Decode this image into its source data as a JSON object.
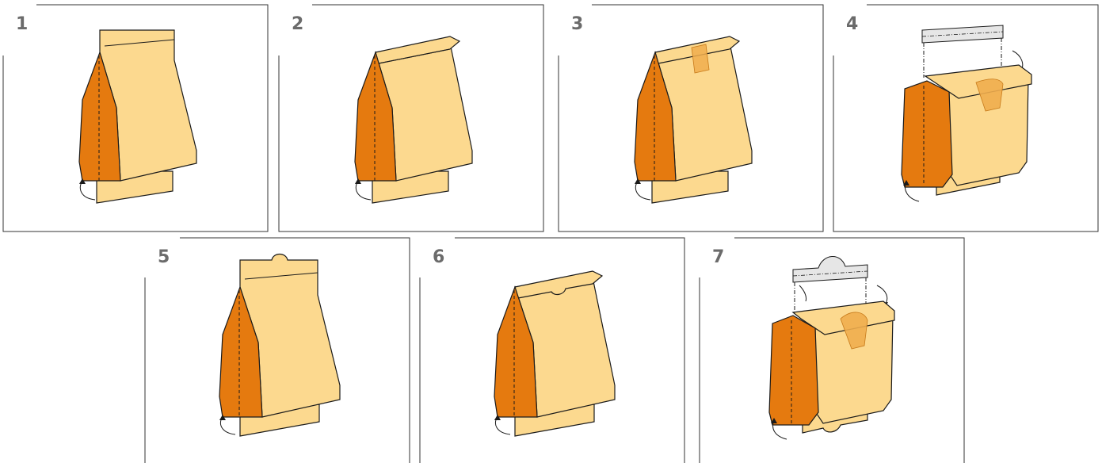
{
  "steps": [
    {
      "number": "1",
      "variant": "unfolded-top"
    },
    {
      "number": "2",
      "variant": "folded-top"
    },
    {
      "number": "3",
      "variant": "folded-top-with-tape"
    },
    {
      "number": "4",
      "variant": "box-with-clip"
    },
    {
      "number": "5",
      "variant": "unfolded-top-with-hang-tab"
    },
    {
      "number": "6",
      "variant": "folded-top-with-hang-tab"
    },
    {
      "number": "7",
      "variant": "box-with-hang-clip"
    }
  ],
  "colors": {
    "bag_face": "#fcd98f",
    "bag_gusset": "#e57a0f",
    "outline": "#1a1a1a",
    "tape": "#f0ad4e",
    "clip": "#e6e6e6",
    "frame": "#333333",
    "step_number": "#6b6b6b"
  }
}
